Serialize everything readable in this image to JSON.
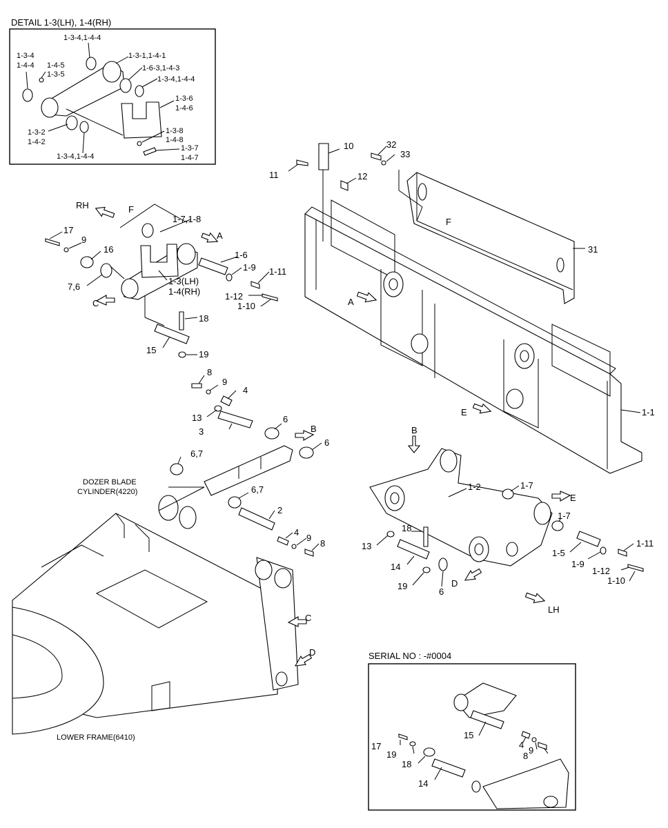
{
  "detail": {
    "title": "DETAIL 1-3(LH), 1-4(RH)",
    "labels": [
      "1-3-4,1-4-4",
      "1-3-1,1-4-1",
      "1-3-4",
      "1-4-4",
      "1-4-5",
      "1-3-5",
      "1-6-3,1-4-3",
      "1-3-4,1-4-4",
      "1-3-6",
      "1-4-6",
      "1-3-2",
      "1-4-2",
      "1-3-8",
      "1-4-8",
      "1-3-7",
      "1-4-7",
      "1-3-4,1-4-4"
    ]
  },
  "directions": {
    "rh": "RH",
    "lh": "LH"
  },
  "view_markers": {
    "a": "A",
    "b": "B",
    "c": "C",
    "d": "D",
    "e": "E",
    "f": "F"
  },
  "parts": {
    "p1_1": "1-1",
    "p1_2": "1-2",
    "p1_3": "1-3(LH)",
    "p1_4": "1-4(RH)",
    "p1_5": "1-5",
    "p1_6": "1-6",
    "p1_7a": "1-7",
    "p1_7b": "1-7",
    "p1_7_8": "1-7,1-8",
    "p1_9a": "1-9",
    "p1_9b": "1-9",
    "p1_10a": "1-10",
    "p1_10b": "1-10",
    "p1_11a": "1-11",
    "p1_11b": "1-11",
    "p1_12a": "1-12",
    "p1_12b": "1-12",
    "p2": "2",
    "p3": "3",
    "p4a": "4",
    "p4b": "4",
    "p4c": "4",
    "p6a": "6",
    "p6b": "6",
    "p6c": "6",
    "p6_7a": "6,7",
    "p6_7b": "6,7",
    "p7_6": "7,6",
    "p8a": "8",
    "p8b": "8",
    "p8c": "8",
    "p9a": "9",
    "p9b": "9",
    "p9c": "9",
    "p9d": "9",
    "p10": "10",
    "p11": "11",
    "p12": "12",
    "p13a": "13",
    "p13b": "13",
    "p14a": "14",
    "p14b": "14",
    "p15a": "15",
    "p15b": "15",
    "p16": "16",
    "p17a": "17",
    "p17b": "17",
    "p18a": "18",
    "p18b": "18",
    "p18c": "18",
    "p19a": "19",
    "p19b": "19",
    "p19c": "19",
    "p31": "31",
    "p32": "32",
    "p33": "33"
  },
  "captions": {
    "dozer_cylinder_line1": "DOZER BLADE",
    "dozer_cylinder_line2": "CYLINDER(4220)",
    "lower_frame": "LOWER FRAME(6410)"
  },
  "serial": {
    "title": "SERIAL NO : -#0004"
  }
}
